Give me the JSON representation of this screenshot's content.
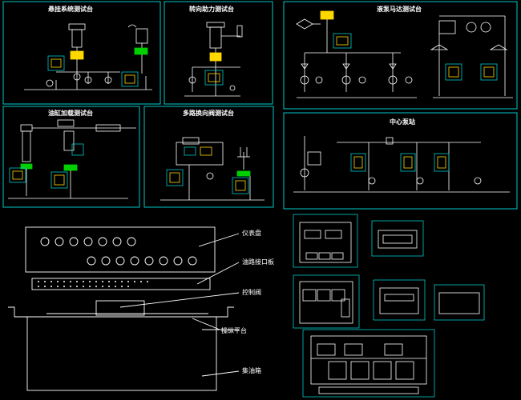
{
  "colors": {
    "background": "#000000",
    "frame": "#00c8c8",
    "line": "#ffffff",
    "accent_yellow": "#ffd800",
    "accent_green": "#00d000",
    "accent_red": "#ff3030"
  },
  "panels": [
    {
      "id": "p1",
      "title": "悬挂系统测试台"
    },
    {
      "id": "p2",
      "title": "转向助力测试台"
    },
    {
      "id": "p3",
      "title": "液泵马达测试台"
    },
    {
      "id": "p4",
      "title": "油缸加载测试台"
    },
    {
      "id": "p5",
      "title": "多路换向阀测试台"
    },
    {
      "id": "p6",
      "title": "中心泵站"
    }
  ],
  "cabinet": {
    "labels": [
      "仪表盘",
      "油路接口板",
      "控制阀",
      "操纵平台",
      "集油箱"
    ]
  }
}
